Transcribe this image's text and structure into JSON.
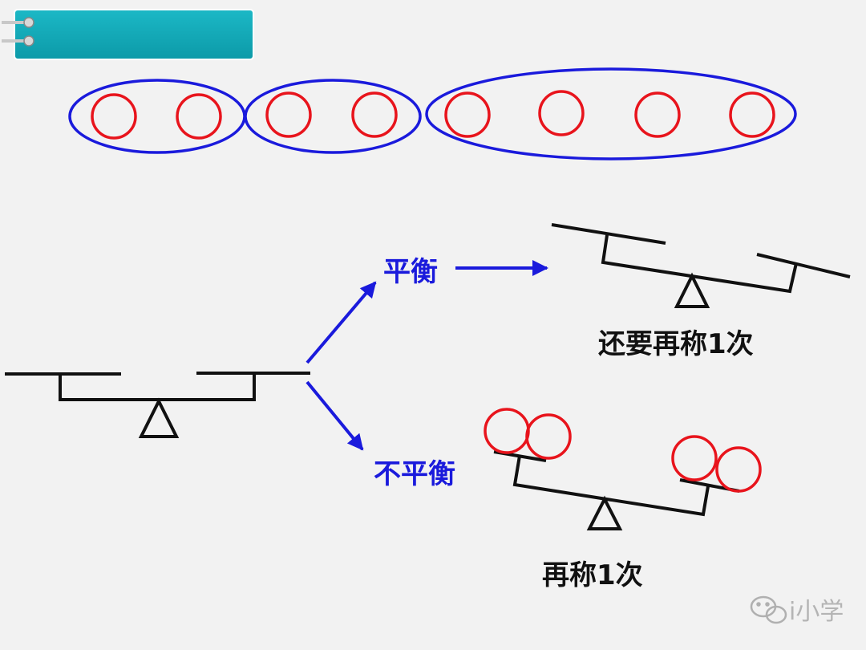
{
  "header_tab": {
    "color": "#0fa9b8"
  },
  "colors": {
    "coin": "#e8141c",
    "group": "#1a1adc",
    "arrow": "#1a1adc",
    "scale": "#111111",
    "text_blue": "#1a1adc",
    "text_black": "#111111"
  },
  "groups": [
    {
      "coins": 2
    },
    {
      "coins": 2
    },
    {
      "coins": 4
    }
  ],
  "labels": {
    "balanced": "平衡",
    "unbalanced": "不平衡",
    "balanced_result": "还要再称1次",
    "unbalanced_result": "再称1次"
  },
  "watermark": {
    "text": "i小学",
    "icon": "wechat-icon"
  }
}
